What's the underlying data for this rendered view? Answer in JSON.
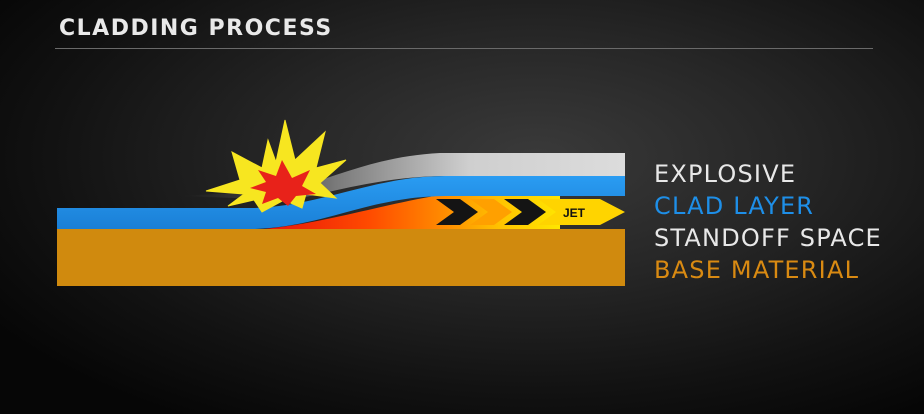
{
  "title": "CLADDING PROCESS",
  "jet_label": "JET",
  "legend": {
    "explosive": "EXPLOSIVE",
    "clad_layer": "CLAD LAYER",
    "standoff_space": "STANDOFF SPACE",
    "base_material": "BASE MATERIAL"
  },
  "colors": {
    "explosive": "#d6d6d6",
    "clad_layer": "#1e8fe8",
    "standoff_space": "#e8e8e8",
    "base_material": "#d08a0e",
    "jet_flame": "#ffd400",
    "heat": "#ff3a00",
    "explosion_outer": "#f7e620",
    "explosion_core": "#e8221a"
  },
  "icons": {
    "explosion": "explosion-burst-icon",
    "jet_arrow": "jet-arrow-icon"
  }
}
